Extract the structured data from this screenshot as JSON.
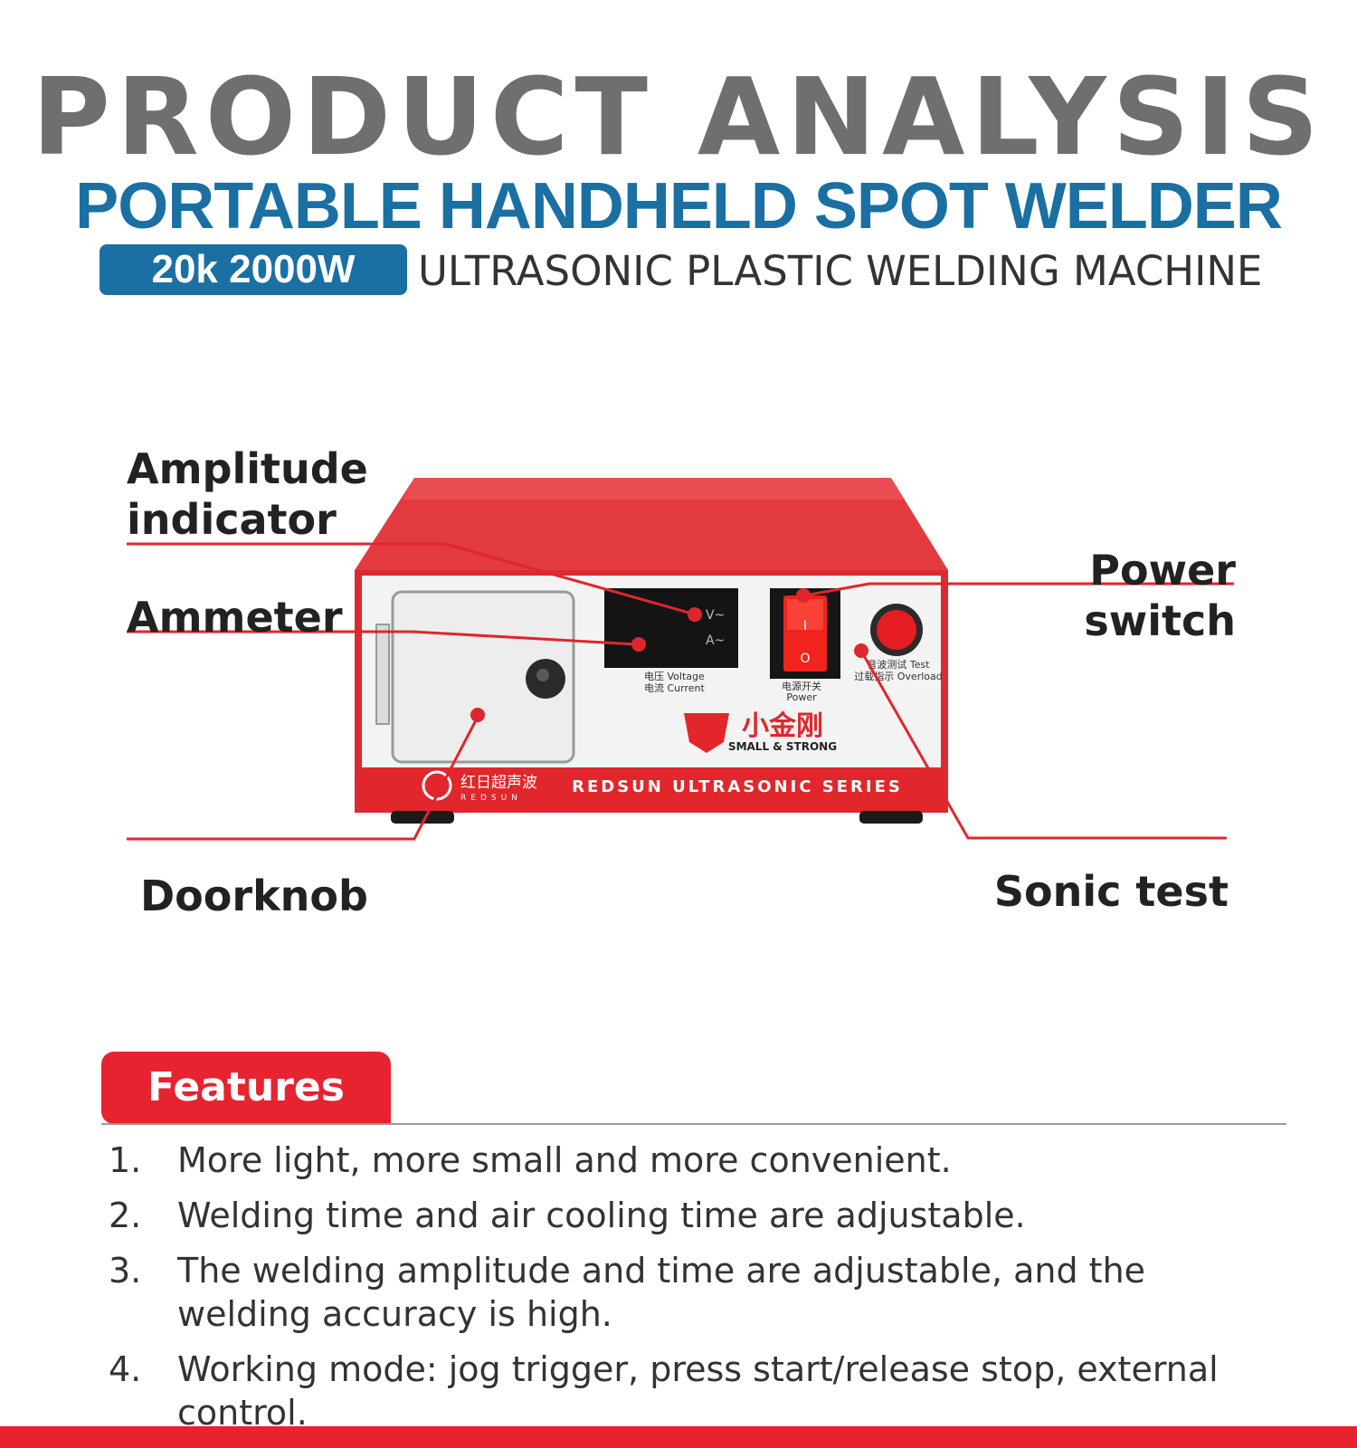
{
  "header": {
    "title": "PRODUCT ANALYSIS",
    "subtitle": "PORTABLE HANDHELD SPOT WELDER",
    "badge": "20k 2000W",
    "product_line": "ULTRASONIC PLASTIC WELDING MACHINE"
  },
  "callouts": {
    "amplitude_indicator": "Amplitude indicator",
    "ammeter": "Ammeter",
    "power_switch": "Power switch",
    "doorknob": "Doorknob",
    "sonic_test": "Sonic test"
  },
  "machine": {
    "meter_voltage_label": "电压 Voltage",
    "meter_current_label": "电流 Current",
    "meter_v": "V~",
    "meter_a": "A~",
    "switch_label_cn": "电源开关",
    "switch_label_en": "Power",
    "test_label": "音波测试 Test",
    "overload_label": "过载指示 Overload",
    "brand_cn": "小金刚",
    "brand_tagline": "SMALL & STRONG",
    "maker_cn": "红日超声波",
    "maker_en": "REDSUN",
    "series": "REDSUN ULTRASONIC SERIES"
  },
  "features": {
    "heading": "Features",
    "items": [
      {
        "num": "1.",
        "text": "More light, more small and more convenient."
      },
      {
        "num": "2.",
        "text": "Welding time and air cooling time are adjustable."
      },
      {
        "num": "3.",
        "text": "The welding amplitude and time are adjustable, and the welding accuracy is high."
      },
      {
        "num": "4.",
        "text": "Working mode: jog trigger, press start/release stop, external control."
      }
    ]
  },
  "colors": {
    "accent_red": "#e6232f",
    "accent_blue": "#1a6fa3",
    "title_gray": "#6f6f6f"
  }
}
